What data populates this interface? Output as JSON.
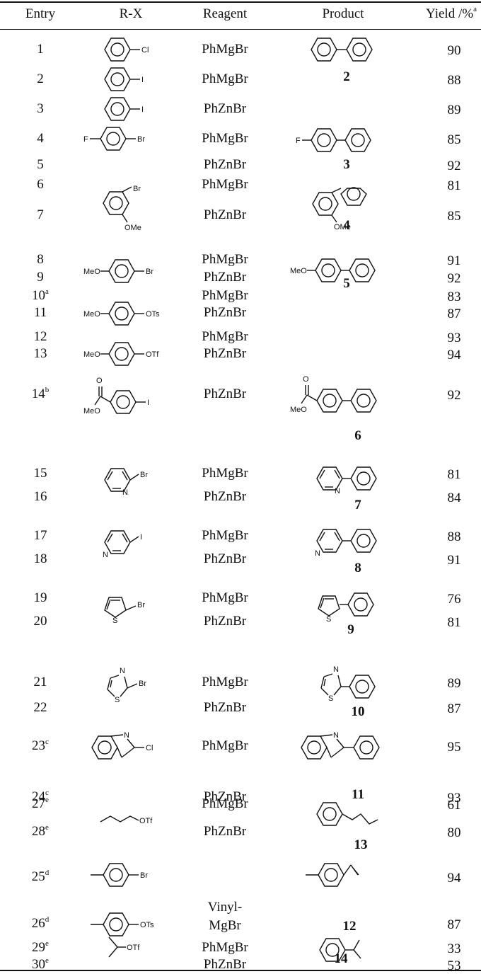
{
  "headers": {
    "entry": "Entry",
    "rx": "R-X",
    "reagent": "Reagent",
    "product": "Product",
    "yield": "Yield /%",
    "yield_sup": "a"
  },
  "rows": [
    {
      "entry": "1",
      "sup": "",
      "reagent": "PhMgBr",
      "yield": "90"
    },
    {
      "entry": "2",
      "sup": "",
      "reagent": "PhMgBr",
      "yield": "88"
    },
    {
      "entry": "3",
      "sup": "",
      "reagent": "PhZnBr",
      "yield": "89"
    },
    {
      "entry": "4",
      "sup": "",
      "reagent": "PhMgBr",
      "yield": "85"
    },
    {
      "entry": "5",
      "sup": "",
      "reagent": "PhZnBr",
      "yield": "92"
    },
    {
      "entry": "6",
      "sup": "",
      "reagent": "PhMgBr",
      "yield": "81"
    },
    {
      "entry": "7",
      "sup": "",
      "reagent": "PhZnBr",
      "yield": "85"
    },
    {
      "entry": "8",
      "sup": "",
      "reagent": "PhMgBr",
      "yield": "91"
    },
    {
      "entry": "9",
      "sup": "",
      "reagent": "PhZnBr",
      "yield": "92"
    },
    {
      "entry": "10",
      "sup": "a",
      "reagent": "PhMgBr",
      "yield": "83"
    },
    {
      "entry": "11",
      "sup": "",
      "reagent": "PhZnBr",
      "yield": "87"
    },
    {
      "entry": "12",
      "sup": "",
      "reagent": "PhMgBr",
      "yield": "93"
    },
    {
      "entry": "13",
      "sup": "",
      "reagent": "PhZnBr",
      "yield": "94"
    },
    {
      "entry": "14",
      "sup": "b",
      "reagent": "PhZnBr",
      "yield": "92"
    },
    {
      "entry": "15",
      "sup": "",
      "reagent": "PhMgBr",
      "yield": "81"
    },
    {
      "entry": "16",
      "sup": "",
      "reagent": "PhZnBr",
      "yield": "84"
    },
    {
      "entry": "17",
      "sup": "",
      "reagent": "PhMgBr",
      "yield": "88"
    },
    {
      "entry": "18",
      "sup": "",
      "reagent": "PhZnBr",
      "yield": "91"
    },
    {
      "entry": "19",
      "sup": "",
      "reagent": "PhMgBr",
      "yield": "76"
    },
    {
      "entry": "20",
      "sup": "",
      "reagent": "PhZnBr",
      "yield": "81"
    },
    {
      "entry": "21",
      "sup": "",
      "reagent": "PhMgBr",
      "yield": "89"
    },
    {
      "entry": "22",
      "sup": "",
      "reagent": "PhZnBr",
      "yield": "87"
    },
    {
      "entry": "23",
      "sup": "c",
      "reagent": "PhMgBr",
      "yield": "95"
    },
    {
      "entry": "24",
      "sup": "c",
      "reagent": "PhZnBr",
      "yield": "93"
    },
    {
      "entry": "25",
      "sup": "d",
      "reagent": "",
      "yield": "94"
    },
    {
      "entry": "26",
      "sup": "d",
      "reagent": "",
      "yield": "87"
    },
    {
      "entry": "27",
      "sup": "e",
      "reagent": "PhMgBr",
      "yield": "61"
    },
    {
      "entry": "28",
      "sup": "e",
      "reagent": "PhZnBr",
      "yield": "80"
    },
    {
      "entry": "29",
      "sup": "e",
      "reagent": "PhMgBr",
      "yield": "33"
    },
    {
      "entry": "30",
      "sup": "e",
      "reagent": "PhZnBr",
      "yield": "53"
    }
  ],
  "vinyl_reagent": [
    "Vinyl-",
    "MgBr"
  ],
  "product_numbers": [
    "2",
    "3",
    "4",
    "5",
    "6",
    "7",
    "8",
    "9",
    "10",
    "11",
    "12",
    "13",
    "14"
  ],
  "substituent_labels": {
    "cl": "Cl",
    "i": "I",
    "f": "F",
    "br": "Br",
    "ome": "OMe",
    "meo": "MeO",
    "ots": "OTs",
    "otf": "OTf",
    "o": "O",
    "n": "N",
    "s": "S"
  }
}
